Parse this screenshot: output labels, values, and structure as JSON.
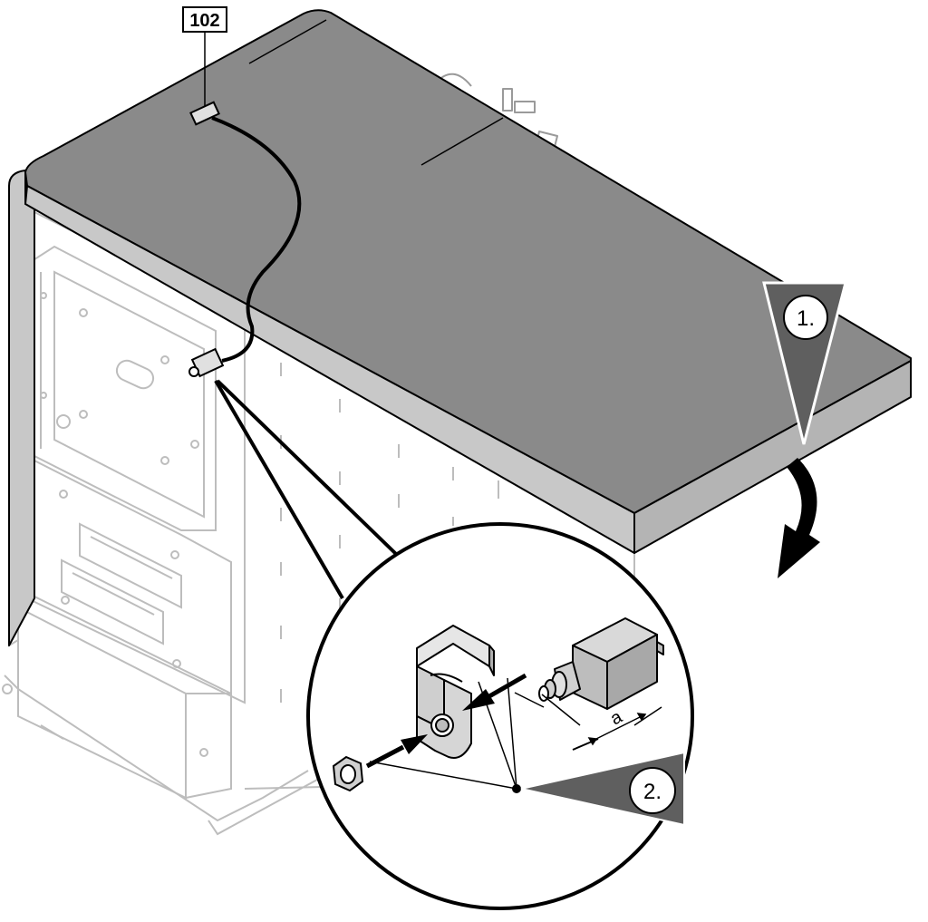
{
  "callouts": {
    "ref_box": "102",
    "step1": "1.",
    "step2": "2.",
    "dimension": "a"
  },
  "colors": {
    "lid_top": "#8a8a8a",
    "lid_front": "#c8c8c8",
    "lid_side": "#b4b4b4",
    "step_triangle": "#5f5f5f",
    "line": "#000000",
    "body_gray": "#bdbdbd",
    "part_fill": "#d6d6d6"
  },
  "icons": {
    "rotate_arrow": "curved-arrow-down-icon",
    "insert_arrow": "arrow-left-icon",
    "nut": "hex-nut-icon",
    "switch": "proximity-switch-icon"
  }
}
